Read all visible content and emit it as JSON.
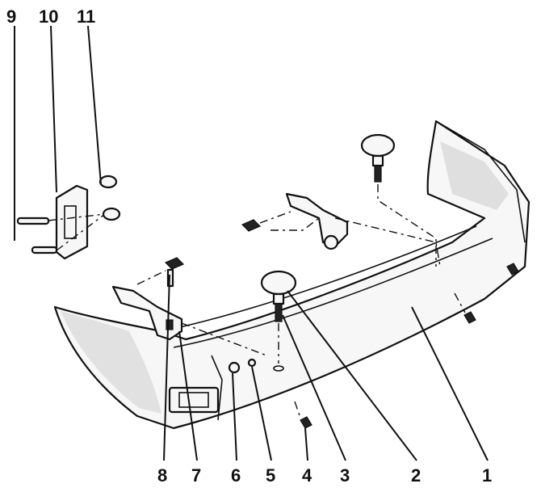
{
  "diagram": {
    "callouts": [
      {
        "id": "9",
        "label": "9"
      },
      {
        "id": "10",
        "label": "10"
      },
      {
        "id": "11",
        "label": "11"
      },
      {
        "id": "8",
        "label": "8"
      },
      {
        "id": "7",
        "label": "7"
      },
      {
        "id": "6",
        "label": "6"
      },
      {
        "id": "5",
        "label": "5"
      },
      {
        "id": "4",
        "label": "4"
      },
      {
        "id": "3",
        "label": "3"
      },
      {
        "id": "2",
        "label": "2"
      },
      {
        "id": "1",
        "label": "1"
      }
    ],
    "colors": {
      "ink": "#111111",
      "paper": "#ffffff",
      "texture": "#cfcfcf"
    }
  }
}
